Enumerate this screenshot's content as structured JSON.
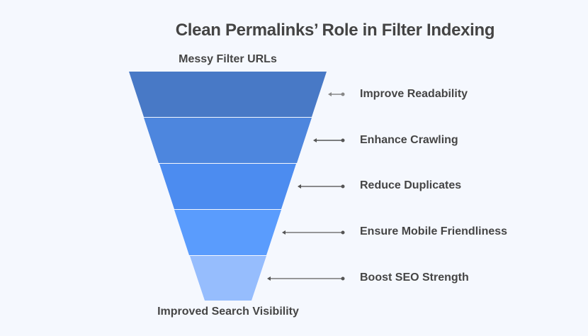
{
  "title": "Clean Permalinks’ Role in Filter Indexing",
  "funnel": {
    "top_label": "Messy Filter URLs",
    "bottom_label": "Improved Search Visibility",
    "stages": [
      {
        "label": "Improve Readability",
        "color": "#4879c6"
      },
      {
        "label": "Enhance Crawling",
        "color": "#4d86de"
      },
      {
        "label": "Reduce Duplicates",
        "color": "#4c8cf0"
      },
      {
        "label": "Ensure Mobile Friendliness",
        "color": "#5a9cfd"
      },
      {
        "label": "Boost SEO Strength",
        "color": "#96bdfd"
      }
    ],
    "divider_color": "#d8e6fb",
    "arrow_color": "#555555"
  }
}
